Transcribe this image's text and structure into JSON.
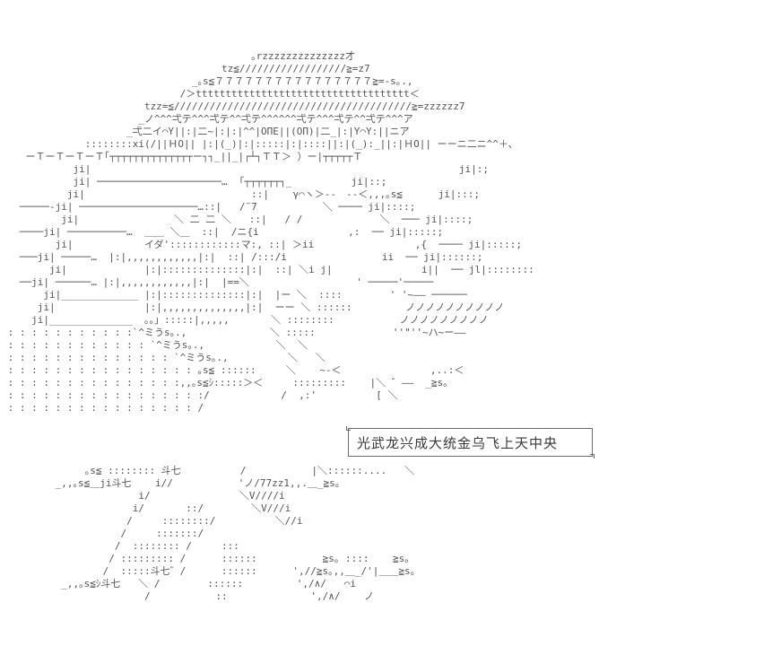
{
  "art": {
    "color": "#555555",
    "background": "#ffffff",
    "lines": [
      "",
      "",
      "",
      "",
      "                                          ｡rzzzzzzzzzzzzzz才",
      "                                     tz≦//////////////////≧=z7",
      "                                _｡s≦７７７７７７７７７７７７７７７７≧=-s｡.,",
      "                              /＞tttttttttttttttttttttttttttttttttttt＜",
      "                        tzz=≦////////////////////////////////////////≧=zzzzzz7",
      "                       _ノ^^^弌テ^^^弌テ^^弌テ^^^^^^弌テ^^^弌テ^^弌テ^^^ア",
      "                     _弌二イ⌒Y||:|二~|:|:|^^|ОΠЕ||(ОΠ)|二_|:|Y⌒Y:||ニア",
      "              ::::::::xi(/||ＨО|| |:|(_)|:|:::::|:|::::||:|(_):_||:|ＨО|| ーーニ二ニ^^＋､",
      "    ーＴーＴーＴーＴ｢┬┬┬┬┬┬┬┬┬┬┬┬┬┬ー┐┐_||_|┌┴┐ＴＴ＞ ）ー|┬┬┬┬┬Ｔ",
      "            ji|                                                              ji|:;",
      "            ji| ─────────────────────…  ｢┬┬┬┬┬┬┐_          ji|::;",
      "           ji|                            ::|    γ⌒ヽ＞--　--＜,,,｡s≦      ji|:::;",
      "   ─────‐ji| ────────────────────…::|   /¨7           ＼ ──── ji|::::;",
      "          ji|                ＼ 二 二 ＼   ::|   / /             ＼  ─── ji|::::;",
      "   ────ji| ──────────…  ＿＿ ＼＿  ::|  /ニ{i               ,:  ── ji|:::::;",
      "         ji|            イダ'::::::::::::マ:, ::| ＞ii                 ,{  ──── ji|:::::;",
      "   ───ji| ─────…  |:|,,,,,,,,,,,,|:|  ::| /:::/i                ii  ── ji|::::::;",
      "        ji|             |:|::::::::::::::|:|  ::| ＼i j|               i||  ── jl|::::::::",
      "   ──ji| ──────… |:|,,,,,,,,,,,,|:|  |==＼                  ' ─────'─────",
      "       ji|_____________ |:|::::::::::::::|:|  |ー ＼  ::::        ' '~―― ──────",
      "      ji|               |:|,,,,,,,,,,,,,,|:|  ーー ＼ ::::::         ノノノノノノノノノノ",
      "     ji|______________  ｡。」:::::|,,,,,       ＼ ::::::::           ノノノノノノノノノ",
      " : : : : : : : : : : :`^ミうs｡.,              ＼ :::::             ''\"''~ハ~ー――",
      " : : : : : : : : : : : : `^ミうs｡.,            ＼  ＼",
      " : : : : : : : : : : : : : : `^ミうs｡.,          ＼   ＼",
      " : : : : : : : : : : : : : : : : ｡s≦ ::::::     ＼    ~-＜               ,..:＜",
      " : : : : : : : : : : : : : : :,,｡s≦ｼ:::::＞＜     :::::::::    |＼ ゛――  _≧s｡",
      " : : : : : : : : : : : : : : : : :/            /  ,:'          [ ＼",
      " : : : : : : : : : : : : : : : : /",
      "",
      "",
      "",
      "",
      "              ｡s≦ :::::::: 斗七          /           |＼::::::....   ＼",
      "         _,,｡s≦＿ji斗七    i//           'ノ/77zz1,,.＿_≧s｡",
      "                       i/               ＼V////i",
      "                      i/       ::/        ＼V///i",
      "                     /     ::::::::/          ＼//i",
      "                    /     :::::::/",
      "                   /  :::::::: /     :::",
      "                  / ::::::::: /      ::::::           ≧s｡ ::::    ≧s｡",
      "                 /  :::::斗七゛/      ::::::      ',//≧s｡,,＿_/'|＿＿≧s｡",
      "          _,,｡s≦ｼ斗七   ＼ /        ::::::         ',/∧/   ⌒i",
      "                        /           ::              ',/∧/    ノ",
      ""
    ]
  },
  "dialogue": {
    "text": "光武龙兴成大统金乌飞上天中央",
    "border_color": "#6b6b6b",
    "text_color": "#3a3a3a"
  }
}
